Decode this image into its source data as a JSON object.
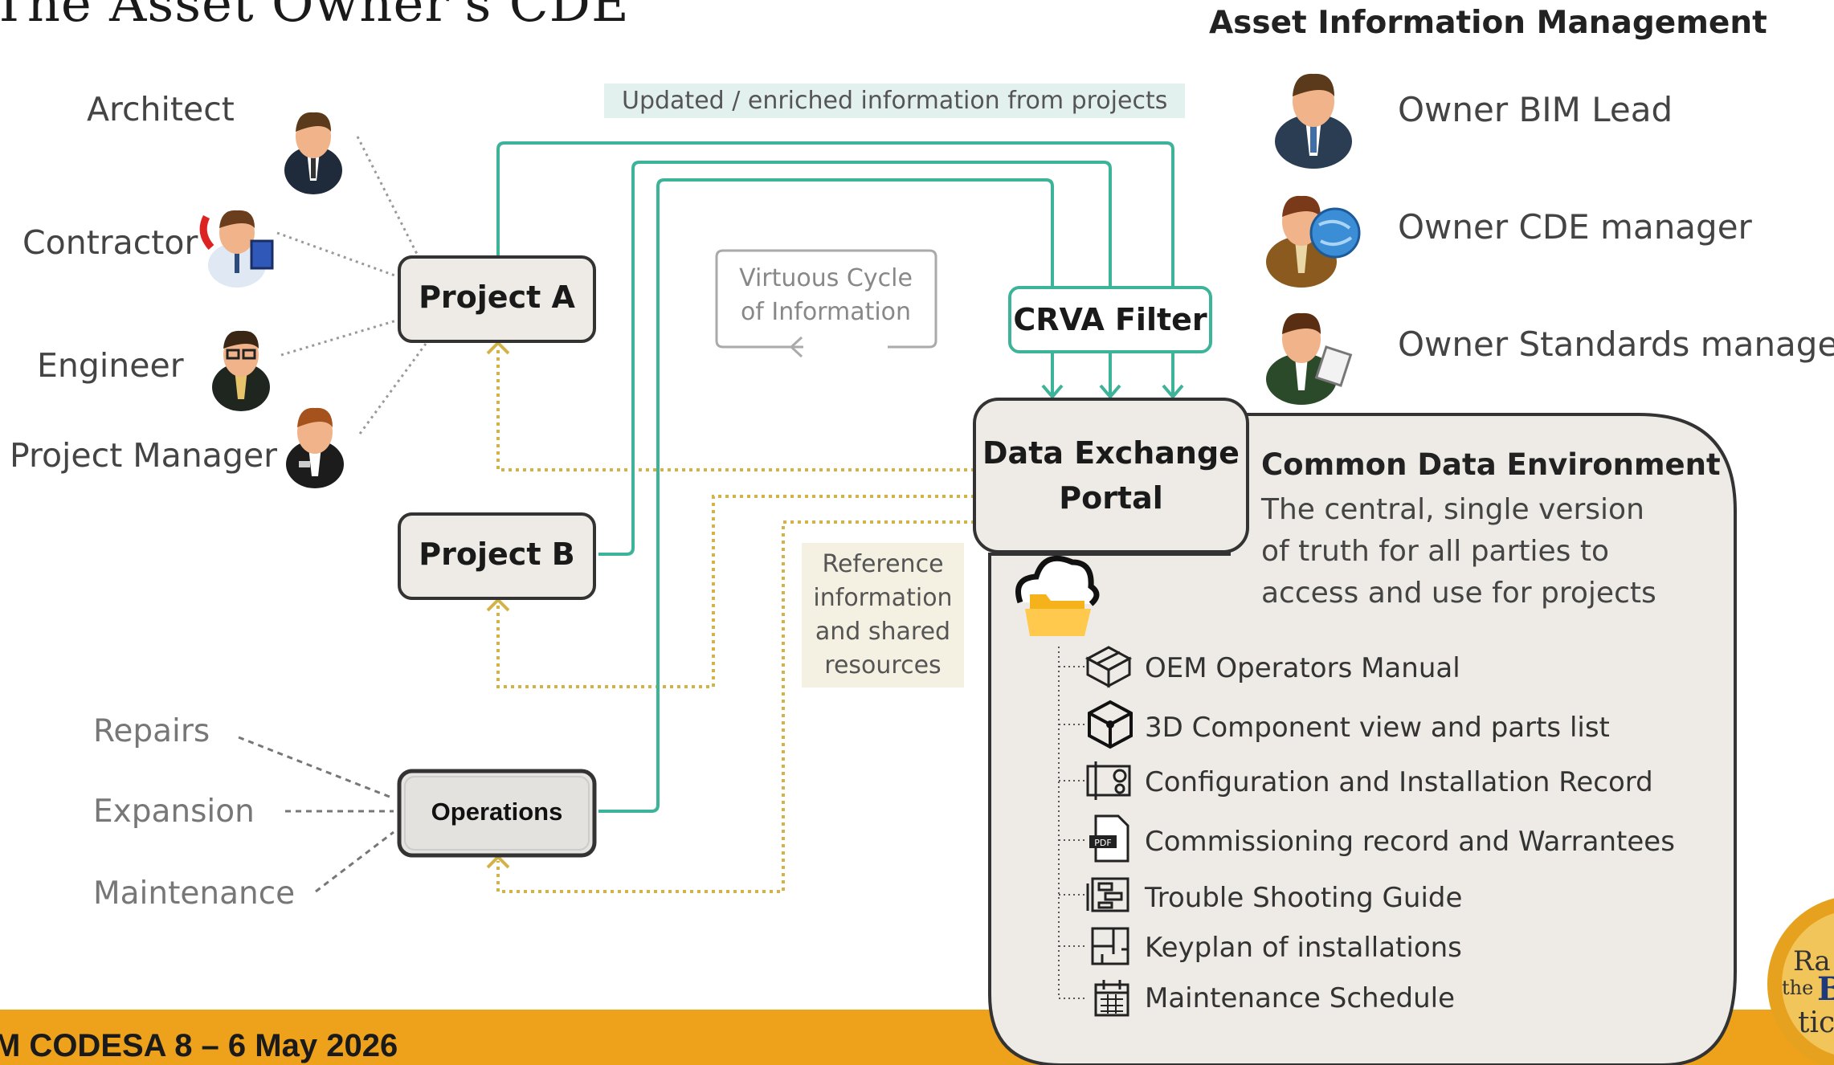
{
  "title": "The Asset Owner's CDE",
  "aim": {
    "heading": "Asset Information Management",
    "roles": [
      "Owner BIM Lead",
      "Owner CDE manager",
      "Owner Standards manager"
    ]
  },
  "project_roles": [
    "Architect",
    "Contractor",
    "Engineer",
    "Project Manager"
  ],
  "operations_roles": [
    "Repairs",
    "Expansion",
    "Maintenance"
  ],
  "boxes": {
    "project_a": "Project A",
    "project_b": "Project B",
    "operations": "Operations",
    "crva": "CRVA Filter",
    "portal_line1": "Data Exchange",
    "portal_line2": "Portal"
  },
  "labels": {
    "updated": "Updated / enriched information from projects",
    "virtuous": "Virtuous Cycle of Information",
    "reference": "Reference information and shared resources"
  },
  "cde": {
    "title": "Common Data Environment",
    "description": "The central, single version of truth for all parties to access and use for projects",
    "items": [
      {
        "label": "OEM Operators Manual",
        "icon": "manual-icon"
      },
      {
        "label": "3D Component view and parts list",
        "icon": "cube-icon"
      },
      {
        "label": "Configuration and Installation Record",
        "icon": "blueprint-icon"
      },
      {
        "label": "Commissioning record and Warrantees",
        "icon": "pdf-icon"
      },
      {
        "label": "Trouble Shooting Guide",
        "icon": "flowchart-icon"
      },
      {
        "label": "Keyplan of installations",
        "icon": "floorplan-icon"
      },
      {
        "label": "Maintenance Schedule",
        "icon": "calendar-icon"
      }
    ]
  },
  "footer": {
    "text": "M CODESA 8 – 6 May 2026"
  },
  "colors": {
    "teal": "#3db39a",
    "gold": "#d4b24a",
    "banner": "#eea21c",
    "box_fill": "#eeebe6",
    "cde_fill": "#eeebe6"
  }
}
